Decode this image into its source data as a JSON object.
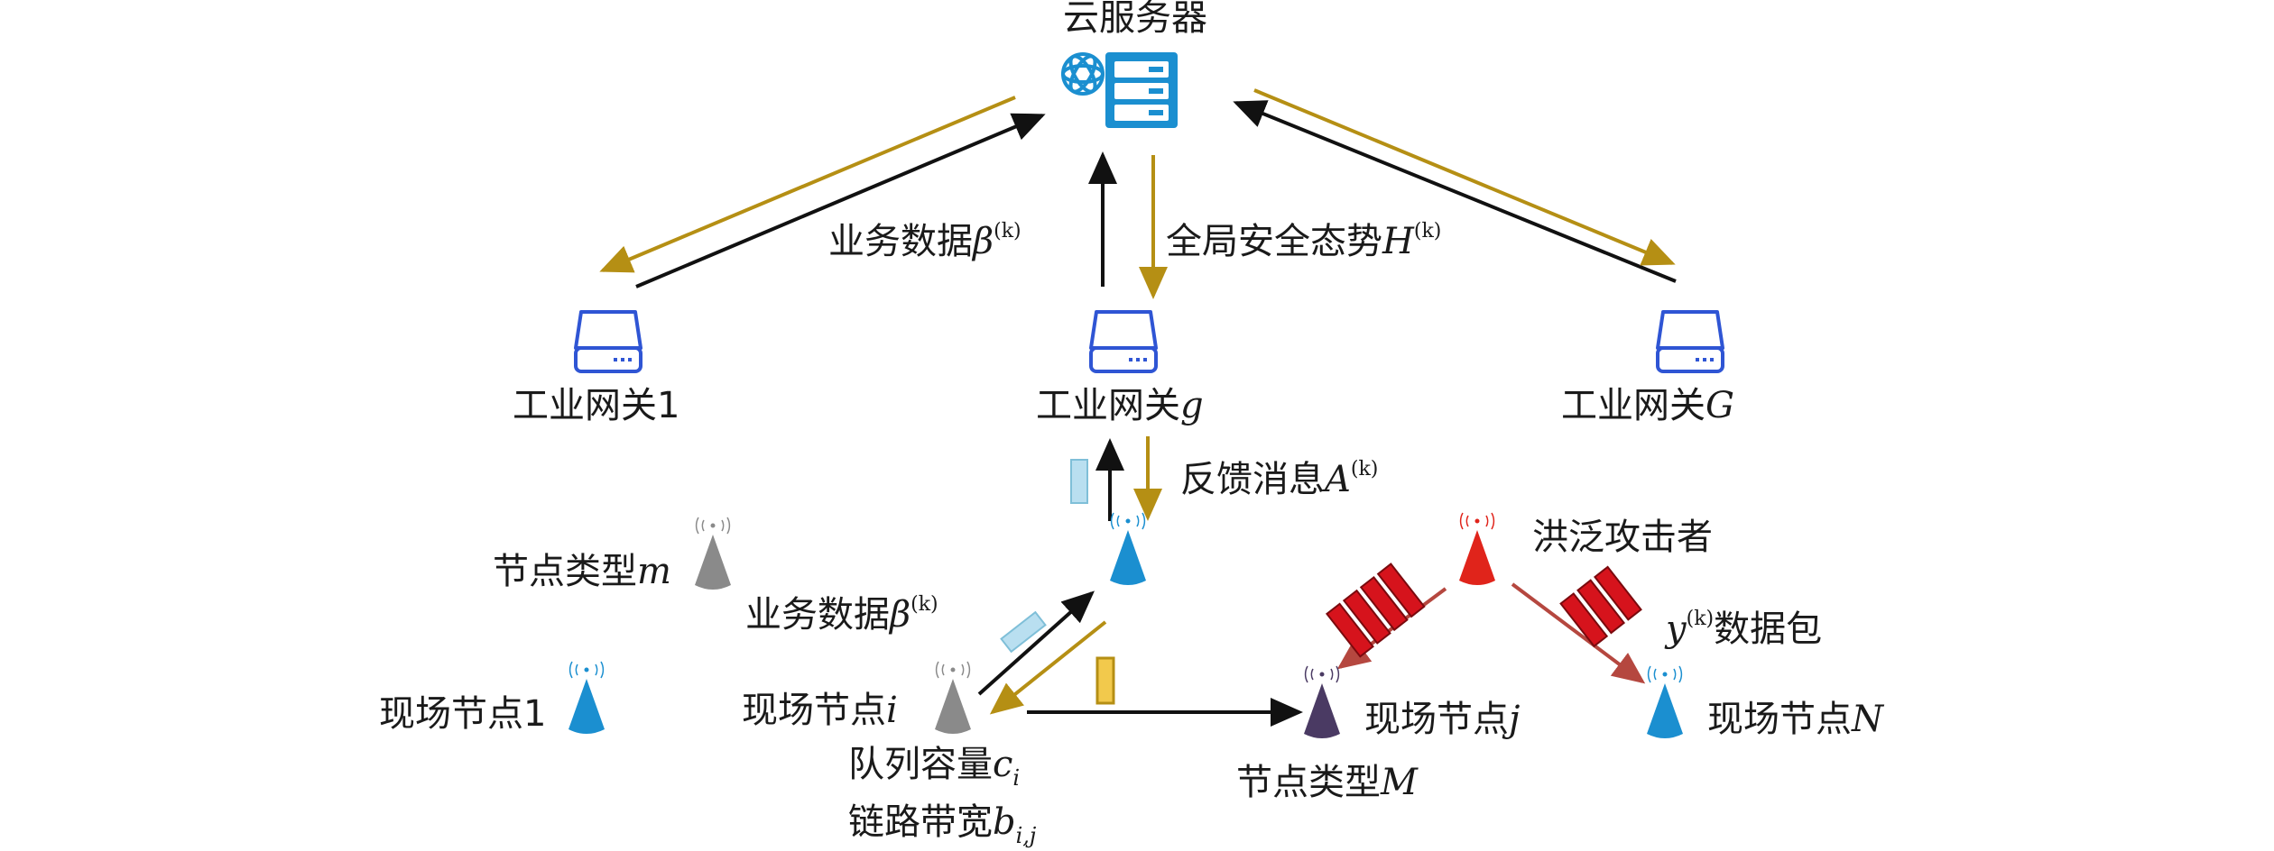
{
  "cloud": {
    "label": "云服务器"
  },
  "gateways": [
    {
      "prefix": "工业网关",
      "suffix": "1"
    },
    {
      "prefix": "工业网关",
      "suffix": "g"
    },
    {
      "prefix": "工业网关",
      "suffix": "G"
    }
  ],
  "edges_top": {
    "business_data": {
      "text": "业务数据",
      "sym": "β",
      "sup": "(k)"
    },
    "global_security": {
      "text": "全局安全态势",
      "sym": "H",
      "sup": "(k)"
    }
  },
  "feedback": {
    "text": "反馈消息",
    "sym": "A",
    "sup": "(k)"
  },
  "node_type_m": {
    "text": "节点类型",
    "sym": "m"
  },
  "business_data_lower": {
    "text": "业务数据",
    "sym": "β",
    "sup": "(k)"
  },
  "attacker": {
    "label": "洪泛攻击者"
  },
  "packets": {
    "sym": "y",
    "sup": "(k)",
    "text": "数据包"
  },
  "field_node_1": {
    "prefix": "现场节点",
    "suffix": "1"
  },
  "field_node_i": {
    "prefix": "现场节点",
    "suffix": "i"
  },
  "field_node_j": {
    "prefix": "现场节点",
    "suffix": "j"
  },
  "field_node_N": {
    "prefix": "现场节点",
    "suffix": "N"
  },
  "queue": {
    "text": "队列容量",
    "sym": "c",
    "sub": "i"
  },
  "bandwidth": {
    "text": "链路带宽",
    "sym": "b",
    "sub": "i,j"
  },
  "node_type_M": {
    "text": "节点类型",
    "sym": "M"
  },
  "colors": {
    "uplink": "#111111",
    "downlink": "#b58f14",
    "attack": "#b5473f",
    "server": "#1b8fd0",
    "gateway": "#2f55d4",
    "node_blue": "#1b8fd0",
    "node_gray": "#8a8a8a",
    "node_purple": "#4a3a63",
    "attacker_red": "#e0241b",
    "packet_red": "#d6131c",
    "packet_light": "#b9dff0",
    "packet_yellow": "#f2c94c"
  }
}
